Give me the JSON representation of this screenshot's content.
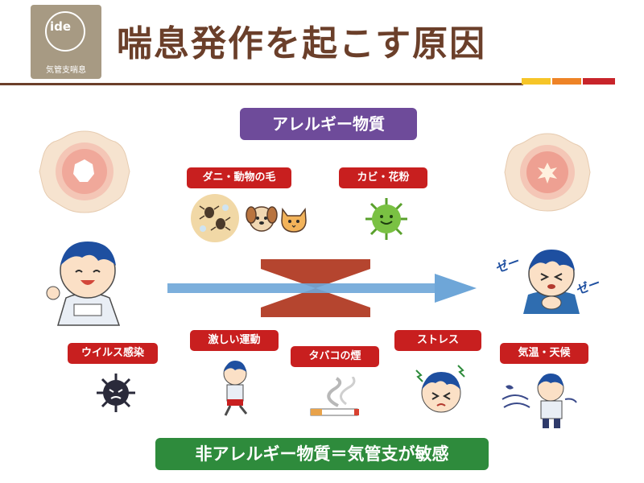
{
  "header": {
    "logo_letters": "ide",
    "logo_sub": "気管支喘息",
    "title": "喘息発作を起こす原因"
  },
  "colors": {
    "title": "#6b3f2a",
    "purple": "#6e4b9a",
    "red": "#c81f1f",
    "green": "#2e8b3c",
    "accent_yellow": "#f6c528",
    "accent_orange": "#ee8326",
    "accent_red": "#c8242a"
  },
  "allergy": {
    "heading": "アレルギー物質",
    "items": [
      {
        "label": "ダニ・動物の毛",
        "icons": [
          "mite-icon",
          "dog-icon",
          "cat-icon"
        ]
      },
      {
        "label": "カビ・花粉",
        "icons": [
          "germ-icon"
        ]
      }
    ]
  },
  "boy": {
    "normal_label": "",
    "sick_sound_left": "ゼー",
    "sick_sound_right": "ゼー"
  },
  "nonallergy": {
    "items": [
      {
        "label": "ウイルス感染",
        "icon": "virus-icon"
      },
      {
        "label": "激しい運動",
        "icon": "running-boy-icon"
      },
      {
        "label": "タバコの煙",
        "icon": "cigarette-icon"
      },
      {
        "label": "ストレス",
        "icon": "stressed-boy-icon"
      },
      {
        "label": "気温・天候",
        "icon": "wind-boy-icon"
      }
    ],
    "footer": "非アレルギー物質＝気管支が敏感"
  }
}
